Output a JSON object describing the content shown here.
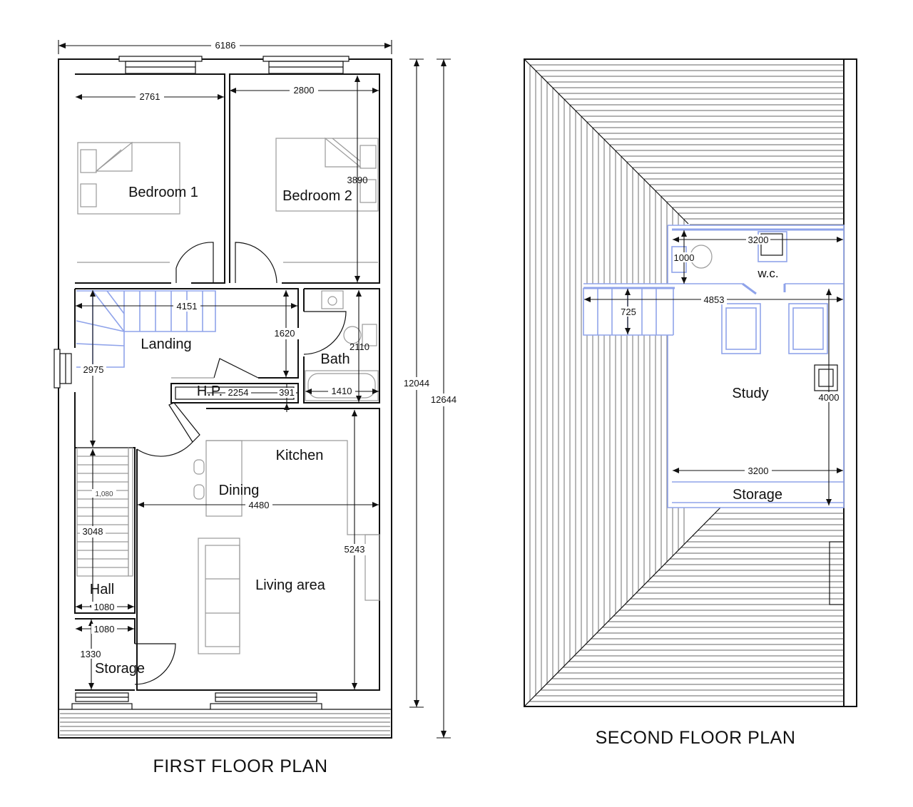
{
  "first_floor": {
    "title": "FIRST FLOOR PLAN",
    "rooms": {
      "bedroom1": "Bedroom 1",
      "bedroom2": "Bedroom 2",
      "landing": "Landing",
      "bath": "Bath",
      "hp": "H.P.",
      "kitchen": "Kitchen",
      "dining": "Dining",
      "living": "Living area",
      "hall": "Hall",
      "storage": "Storage"
    },
    "dimensions": {
      "overall_width": "6186",
      "bedroom1_width": "2761",
      "bedroom2_width": "2800",
      "bedroom2_depth": "3890",
      "landing_width": "4151",
      "landing_depth": "1620",
      "bath_depth": "2110",
      "stair_depth": "2975",
      "hp_width": "2254",
      "hp_depth": "391",
      "bath_width": "1410",
      "inner_length": "12044",
      "outer_length": "12644",
      "stair_width": "1,080",
      "living_width": "4480",
      "hall_depth": "3048",
      "living_depth": "5243",
      "hall_width": "1080",
      "storage_width": "1080",
      "storage_depth": "1330"
    }
  },
  "second_floor": {
    "title": "SECOND FLOOR PLAN",
    "rooms": {
      "wc": "w.c.",
      "study": "Study",
      "storage": "Storage"
    },
    "dimensions": {
      "wc_width": "3200",
      "wc_depth": "1000",
      "study_width": "4853",
      "stair_depth": "725",
      "study_depth": "4000",
      "storage_width": "3200"
    }
  }
}
